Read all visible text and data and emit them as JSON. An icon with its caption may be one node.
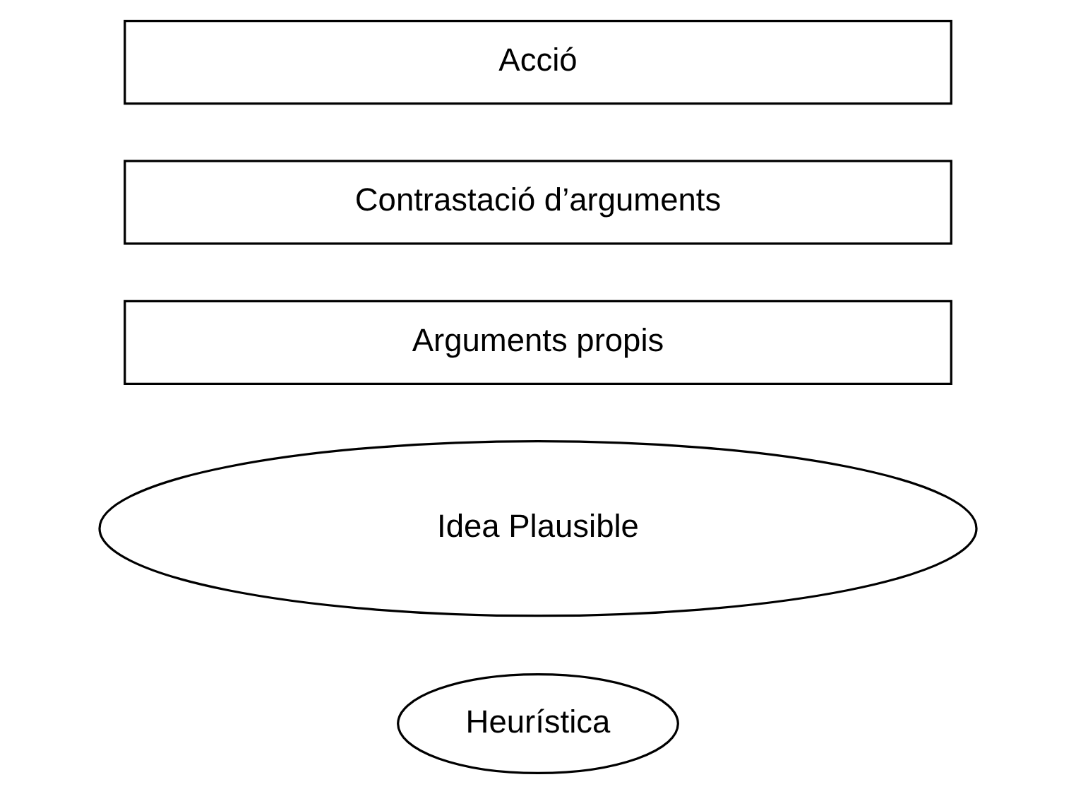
{
  "diagram": {
    "nodes": [
      {
        "text": [
          "Heurística"
        ]
      },
      {
        "text": [
          "Idea Plausible"
        ]
      },
      {
        "text": [
          "Arguments propis"
        ]
      },
      {
        "text": [
          "Contrastació d’arguments"
        ]
      },
      {
        "text": [
          "Acció"
        ]
      }
    ]
  }
}
